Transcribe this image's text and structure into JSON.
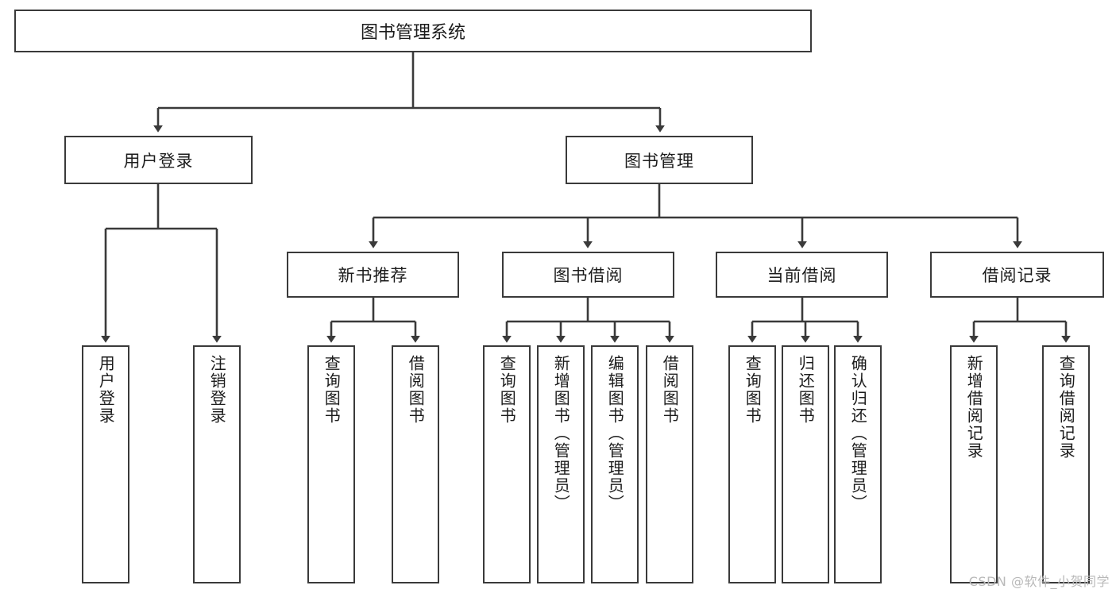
{
  "diagram": {
    "type": "tree",
    "title": "图书管理系统",
    "watermark": "CSDN @软件_小贺同学",
    "colors": {
      "stroke": "#3a3a3a",
      "fill": "#ffffff",
      "text": "#1c1c1c",
      "watermark": "#b9b9b9"
    },
    "root": {
      "label": "图书管理系统"
    },
    "level1": [
      {
        "label": "用户登录"
      },
      {
        "label": "图书管理"
      }
    ],
    "level2": [
      {
        "label": "新书推荐"
      },
      {
        "label": "图书借阅"
      },
      {
        "label": "当前借阅"
      },
      {
        "label": "借阅记录"
      }
    ],
    "leaves": {
      "user_login": [
        {
          "label": "用户登录"
        },
        {
          "label": "注销登录"
        }
      ],
      "new_book": [
        {
          "label": "查询图书"
        },
        {
          "label": "借阅图书"
        }
      ],
      "borrow": [
        {
          "label": "查询图书"
        },
        {
          "label": "新增图书（管理员）"
        },
        {
          "label": "编辑图书（管理员）"
        },
        {
          "label": "借阅图书"
        }
      ],
      "current": [
        {
          "label": "查询图书"
        },
        {
          "label": "归还图书"
        },
        {
          "label": "确认归还（管理员）"
        }
      ],
      "records": [
        {
          "label": "新增借阅记录"
        },
        {
          "label": "查询借阅记录"
        }
      ]
    }
  }
}
